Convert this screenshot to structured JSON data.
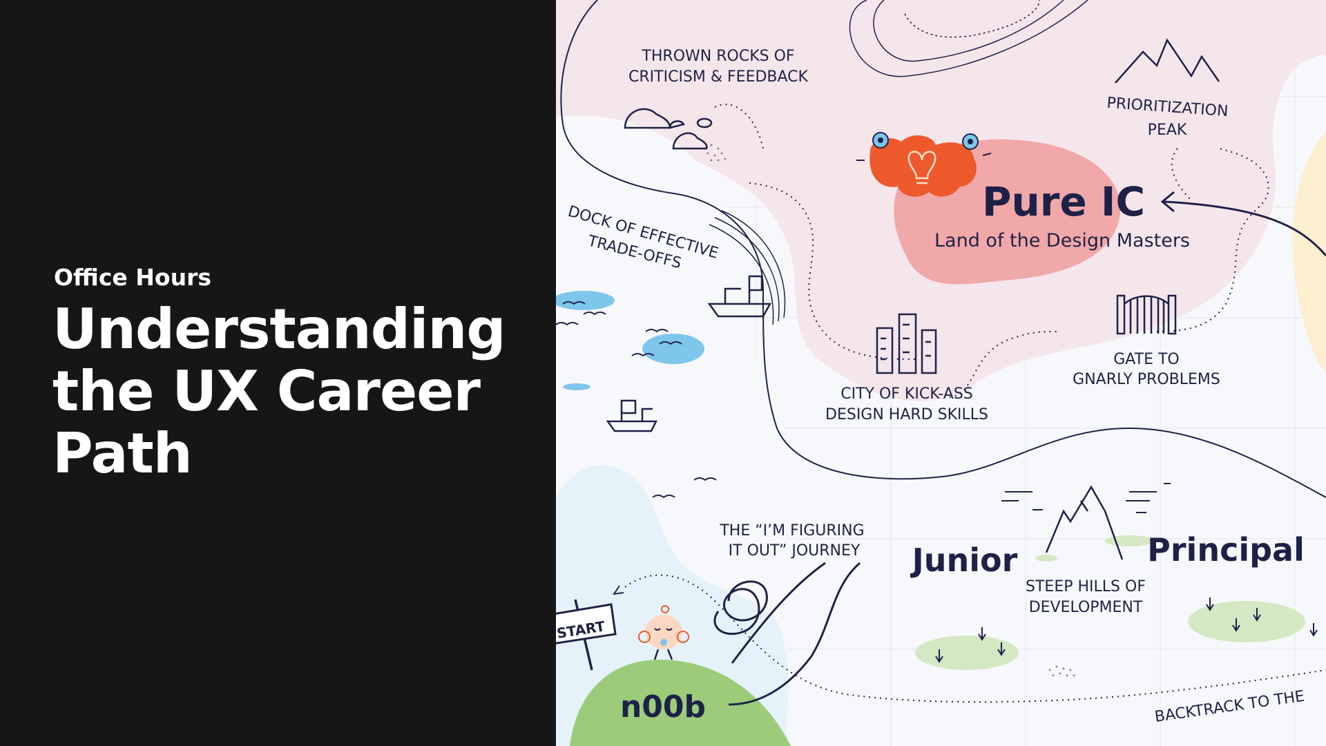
{
  "slide": {
    "eyebrow": "Office Hours",
    "title_line1": "Understanding",
    "title_line2": "the UX Career",
    "title_line3": "Path"
  },
  "map": {
    "labels": {
      "thrown_rocks_1": "THROWN ROCKS OF",
      "thrown_rocks_2": "CRITICISM & FEEDBACK",
      "dock_1": "DOCK OF EFFECTIVE",
      "dock_2": "TRADE-OFFS",
      "prioritization_1": "PRIORITIZATION",
      "prioritization_2": "PEAK",
      "pure_ic": "Pure IC",
      "pure_ic_sub": "Land of the Design Masters",
      "gate_1": "GATE TO",
      "gate_2": "GNARLY PROBLEMS",
      "city_1": "CITY OF KICK-ASS",
      "city_2": "DESIGN HARD SKILLS",
      "figuring_1": "THE “I’M FIGURING",
      "figuring_2": "IT OUT” JOURNEY",
      "junior": "Junior",
      "steep_1": "STEEP HILLS OF",
      "steep_2": "DEVELOPMENT",
      "principal": "Principal",
      "start": "START",
      "noob": "n00b",
      "backtrack": "BACKTRACK TO THE"
    },
    "colors": {
      "ink": "#1e2147",
      "pink_region": "#f5e6ec",
      "pink_blob": "#f0a8a8",
      "water": "#7fc6ec",
      "green_hill": "#9ccc7a",
      "cream": "#fbefd0",
      "brain": "#ee5a2c"
    }
  }
}
